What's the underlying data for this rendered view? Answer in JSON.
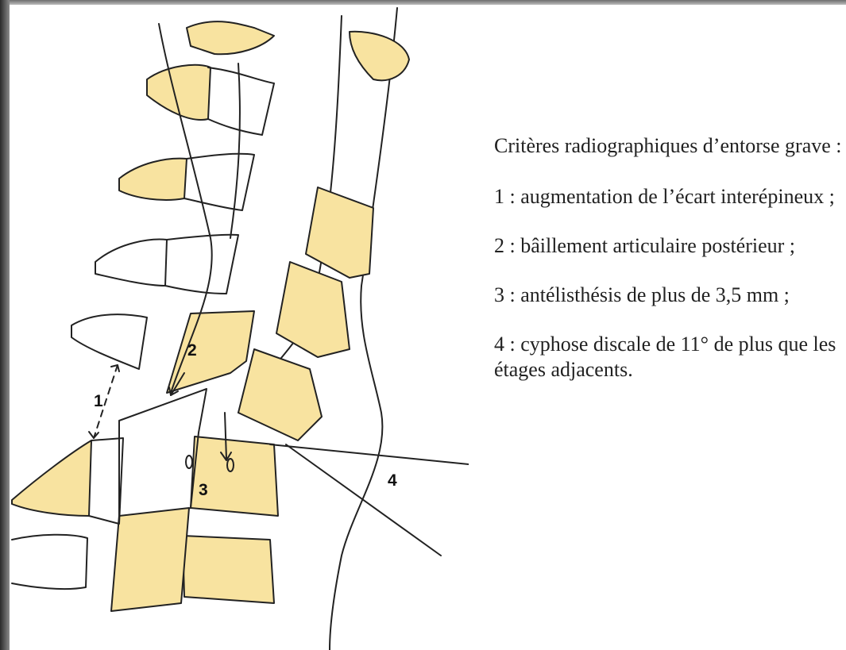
{
  "caption": {
    "title": "Critères radiographiques d’entorse grave :",
    "items": [
      "1 : augmentation de l’écart interépineux ;",
      "2 : bâillement articulaire postérieur ;",
      "3 : antélisthésis de plus de 3,5 mm ;",
      "4 : cyphose discale de 11° de plus que les étages adjacents."
    ]
  },
  "markers": [
    "1",
    "2",
    "3",
    "4"
  ],
  "colors": {
    "bone_fill": "#f8e3a0",
    "outline": "#222222",
    "background": "#ffffff"
  }
}
